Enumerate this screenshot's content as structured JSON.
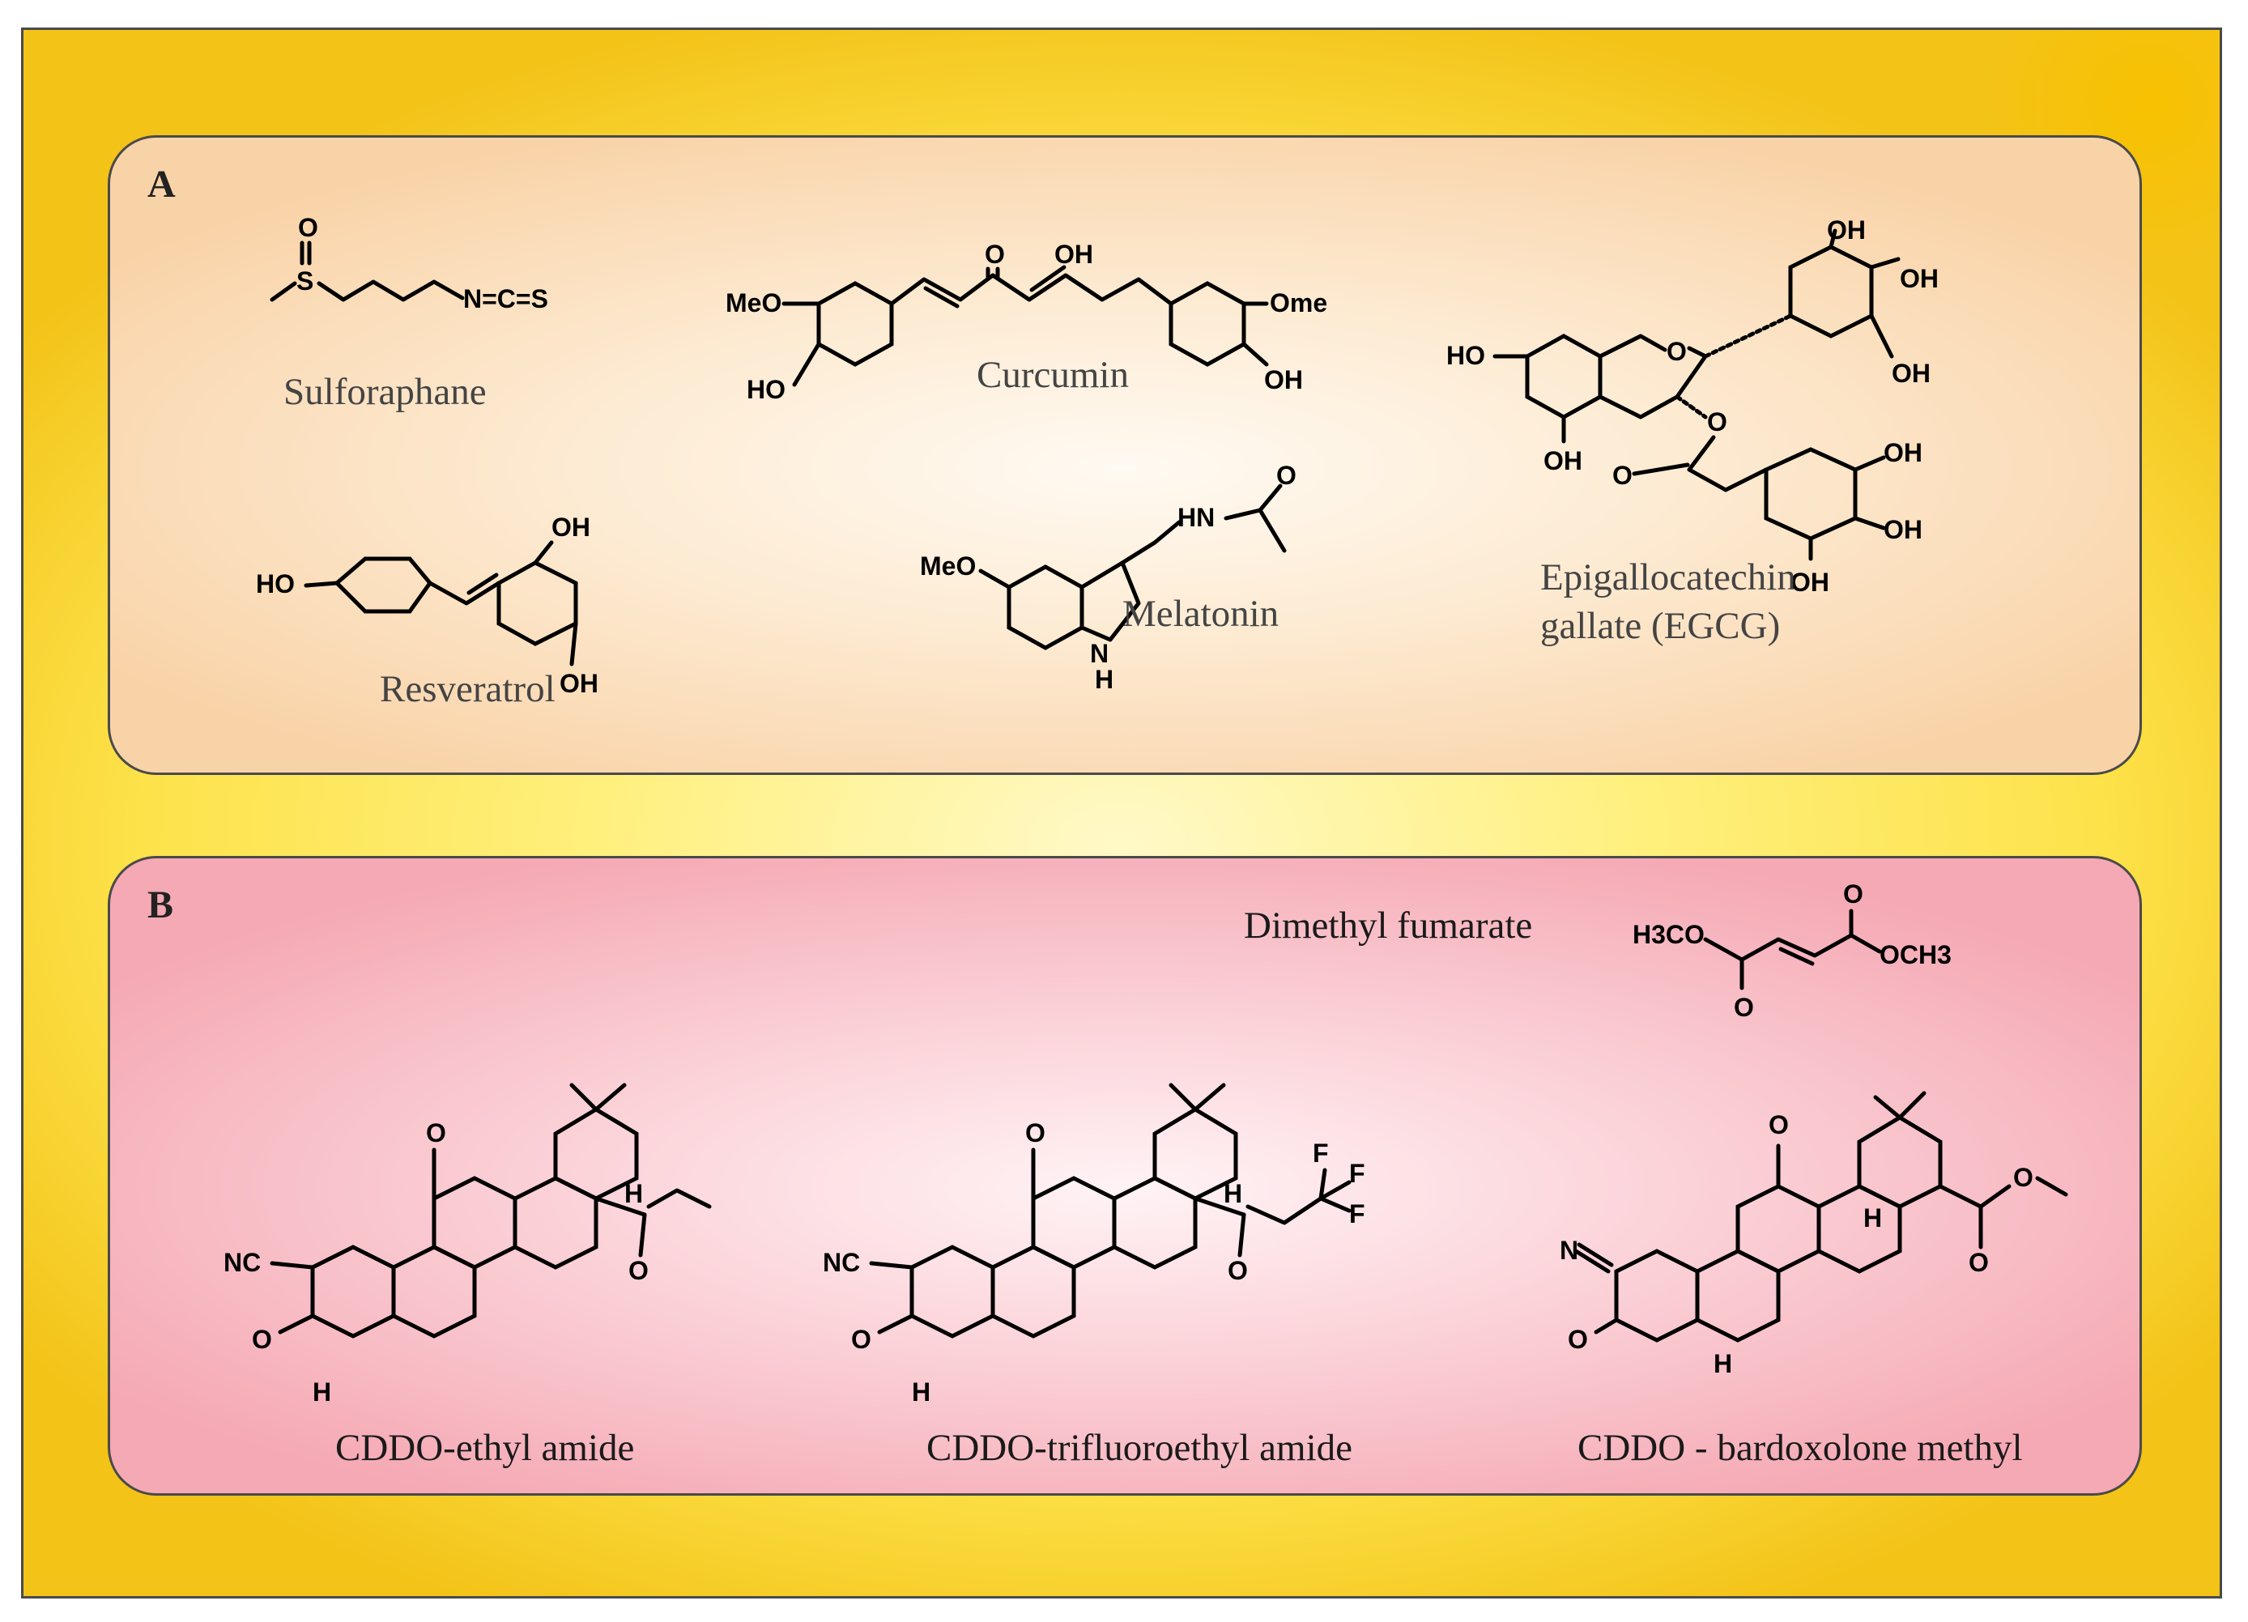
{
  "panels": {
    "a": {
      "letter": "A",
      "names": {
        "sulforaphane": "Sulforaphane",
        "curcumin": "Curcumin",
        "egcg_line1": "Epigallocatechin",
        "egcg_line2": "gallate (EGCG)",
        "resveratrol": "Resveratrol",
        "melatonin": "Melatonin"
      },
      "atom_labels": {
        "sulf_o": "O",
        "sulf_s": "S",
        "sulf_ncs": "N=C=S",
        "cur_o": "O",
        "cur_oh": "OH",
        "cur_meo": "MeO",
        "cur_ho": "HO",
        "cur_ome": "Ome",
        "cur_oh2": "OH",
        "egcg_oh_top": "OH",
        "egcg_oh_r1": "OH",
        "egcg_oh_r2": "OH",
        "egcg_ho": "HO",
        "egcg_o_ring": "O",
        "egcg_oh_bottom": "OH",
        "egcg_o_ester": "O",
        "egcg_o_carbonyl": "O",
        "egcg_g_oh1": "OH",
        "egcg_g_oh2": "OH",
        "egcg_g_oh3": "OH",
        "res_ho": "HO",
        "res_oh1": "OH",
        "res_oh2": "OH",
        "mel_meo": "MeO",
        "mel_hn": "HN",
        "mel_o": "O",
        "mel_n": "N",
        "mel_h": "H"
      }
    },
    "b": {
      "letter": "B",
      "names": {
        "dmf": "Dimethyl fumarate",
        "cddo_ethyl": "CDDO-ethyl amide",
        "cddo_tfe": "CDDO-trifluoroethyl amide",
        "cddo_me": "CDDO - bardoxolone methyl"
      },
      "atom_labels": {
        "dmf_h3co": "H3CO",
        "dmf_o1": "O",
        "dmf_o2": "O",
        "dmf_och3": "OCH3",
        "nc": "NC",
        "n": "N",
        "o": "O",
        "h": "H",
        "f": "F"
      }
    }
  },
  "colors": {
    "frame_outer": "#f3c318",
    "frame_inner": "#fff9c8",
    "panel_a_edge": "#f9d3a8",
    "panel_b_edge": "#f5a9b4",
    "border": "#4a4a4a"
  }
}
